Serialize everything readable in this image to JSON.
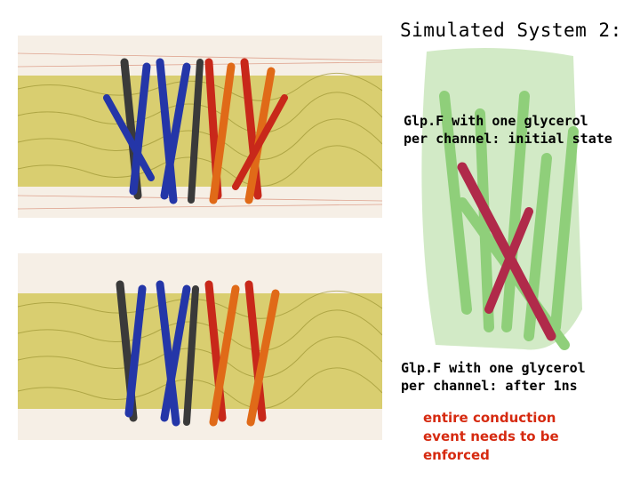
{
  "slide": {
    "title": "Simulated System 2:",
    "caption_initial": "Glp.F with one glycerol\nper channel: initial state",
    "caption_after": "Glp.F with one glycerol\nper channel: after 1ns",
    "note": "entire conduction\nevent needs to be\nenforced"
  },
  "colors": {
    "lipid": "#c9bf4a",
    "membrane_bg": "#f2ead0",
    "helix_blue": "#2436a8",
    "helix_red": "#c8281a",
    "helix_orange": "#e06a18",
    "helix_dark": "#3a3a3a",
    "helix_green": "#8fcf7a",
    "helix_crimson": "#b02a4a",
    "note_red": "#d62a10"
  }
}
